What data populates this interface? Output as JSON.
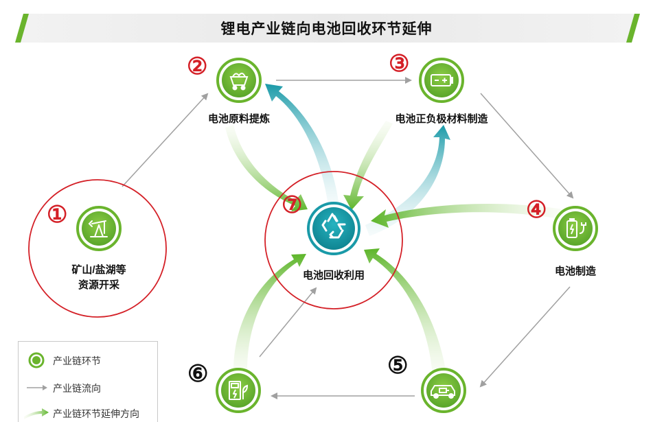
{
  "title": "锂电产业链向电池回收环节延伸",
  "nodes": [
    {
      "id": "mining",
      "number": "①",
      "label_line1": "矿山/盐湖等",
      "label_line2": "资源开采",
      "icon": "oil-pump-icon"
    },
    {
      "id": "refining",
      "number": "②",
      "label": "电池原料提炼",
      "icon": "mine-cart-icon"
    },
    {
      "id": "materials",
      "number": "③",
      "label": "电池正负极材料制造",
      "icon": "battery-icon"
    },
    {
      "id": "manufacturing",
      "number": "④",
      "label": "电池制造",
      "icon": "battery-charging-icon"
    },
    {
      "id": "ev",
      "number": "⑤",
      "label": "",
      "icon": "electric-car-icon"
    },
    {
      "id": "storage",
      "number": "⑥",
      "label": "",
      "icon": "energy-storage-icon"
    },
    {
      "id": "recycling",
      "number": "⑦",
      "label": "电池回收利用",
      "icon": "recycle-icon"
    }
  ],
  "legend": {
    "node": "产业链环节",
    "flow": "产业链流向",
    "extension": "产业链环节延伸方向"
  },
  "colors": {
    "green": "#6ab42d",
    "teal": "#1a9aa8",
    "red_circle": "#d42027",
    "gray_arrow": "#a0a0a0"
  }
}
